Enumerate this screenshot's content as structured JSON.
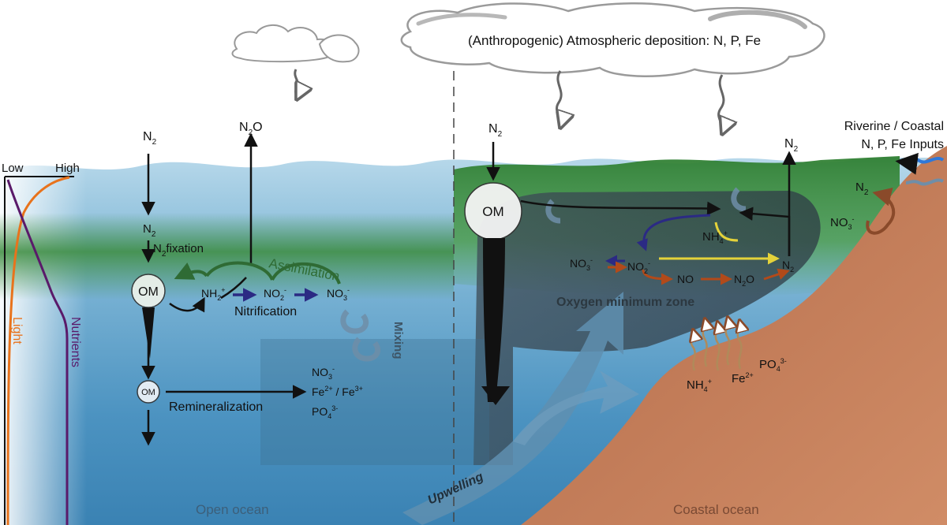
{
  "atmosphere": {
    "deposition": "(Anthropogenic) Atmospheric deposition: N, P, Fe"
  },
  "riverine": {
    "line1": "Riverine / Coastal",
    "line2": "N, P, Fe Inputs"
  },
  "profile": {
    "low": "Low",
    "high": "High",
    "light": "Light",
    "nutrients": "Nutrients"
  },
  "open_ocean": {
    "region_label": "Open ocean",
    "n2_top": "N",
    "n2o": "N",
    "n2_mid": "N",
    "fixation": "fixation",
    "assimilation": "Assimilation",
    "om_upper": "OM",
    "om_lower": "OM",
    "nh4": "NH",
    "no2": "NO",
    "no3": "NO",
    "nitrification": "Nitrification",
    "mixing": "Mixing",
    "remineralization": "Remineralization",
    "rem_no3": "NO",
    "rem_fe": "Fe",
    "rem_fe_sep": " / Fe",
    "rem_po4": "PO"
  },
  "coastal": {
    "region_label": "Coastal ocean",
    "om": "OM",
    "n2_left": "N",
    "n2_right": "N",
    "n2_slope": "N",
    "no3_slope": "NO",
    "omz_nh4": "NH",
    "omz_no3": "NO",
    "omz_no2": "NO",
    "omz_no": "NO",
    "omz_n2o": "N",
    "omz_n2": "N",
    "omz_label": "Oxygen minimum zone",
    "upwelling": "Upwelling",
    "sed_nh4": "NH",
    "sed_fe": "Fe",
    "sed_po4": "PO"
  },
  "sup": {
    "two": "2",
    "three": "3",
    "plus": "+",
    "minus": "-",
    "fe2": "2+",
    "fe3": "3+",
    "po4": "3-"
  },
  "colors": {
    "sea_surface": "#a9cfe3",
    "deep_ocean": "#3f88b8",
    "green_layer": "#3c8c3e",
    "omz": "#3a4b56",
    "sediment": "#c07a56",
    "light_curve": "#e8731c",
    "nutrient_curve": "#5a1a6a",
    "assimilation": "#2f6b34",
    "nitrification_arrow": "#2b2a84",
    "denitrification": "#b24a1a",
    "anammox": "#e4d23a",
    "riverine_arrow": "#2f78d8"
  }
}
